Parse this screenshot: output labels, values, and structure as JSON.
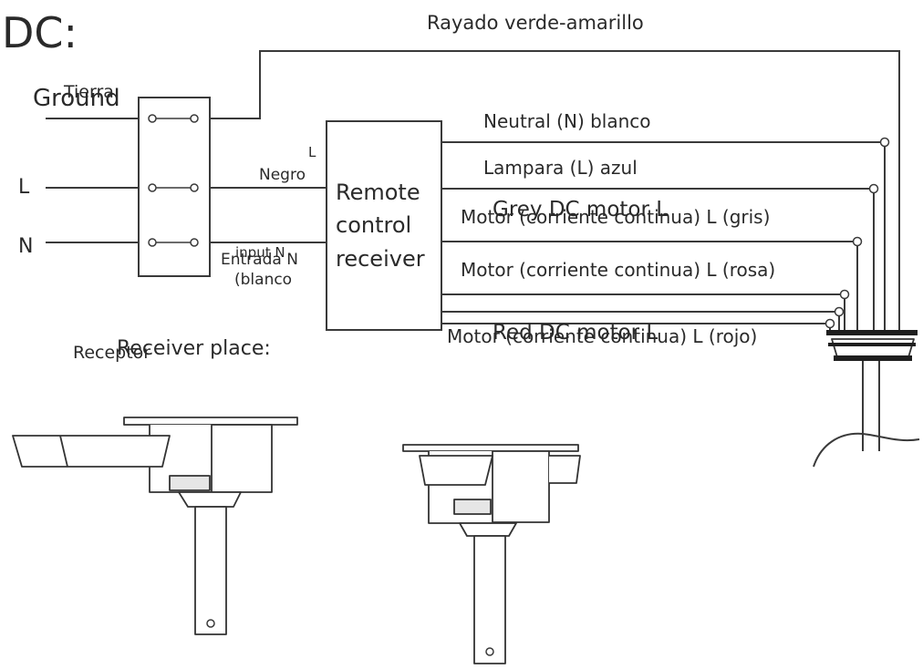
{
  "title": "DC:",
  "top_wire_label": "Rayado verde-amarillo",
  "inputs": {
    "ground_label_en": "Ground",
    "ground_label_es": "Tierra",
    "l_label": "L",
    "n_label": "N"
  },
  "receiver": {
    "line1": "Remote",
    "line2": "control",
    "line3": "receiver",
    "l_in_label": "L",
    "l_in_desc": "Negro",
    "n_in_label_en": "input N",
    "n_in_label_es": "Entrada N",
    "n_in_desc": "(blanco"
  },
  "outputs": {
    "neutral": "Neutral (N) blanco",
    "lamp": "Lampara (L) azul",
    "grey_en": "Grey DC motor L",
    "grey_es": "Motor (corriente continua) L (gris)",
    "pink_es": "Motor (corriente continua) L (rosa)",
    "red_en": "Red DC motor L",
    "red_es": "Motor (corriente continua) L (rojo)"
  },
  "placement": {
    "label_en": "Receiver place:",
    "label_es": "Receptor"
  }
}
